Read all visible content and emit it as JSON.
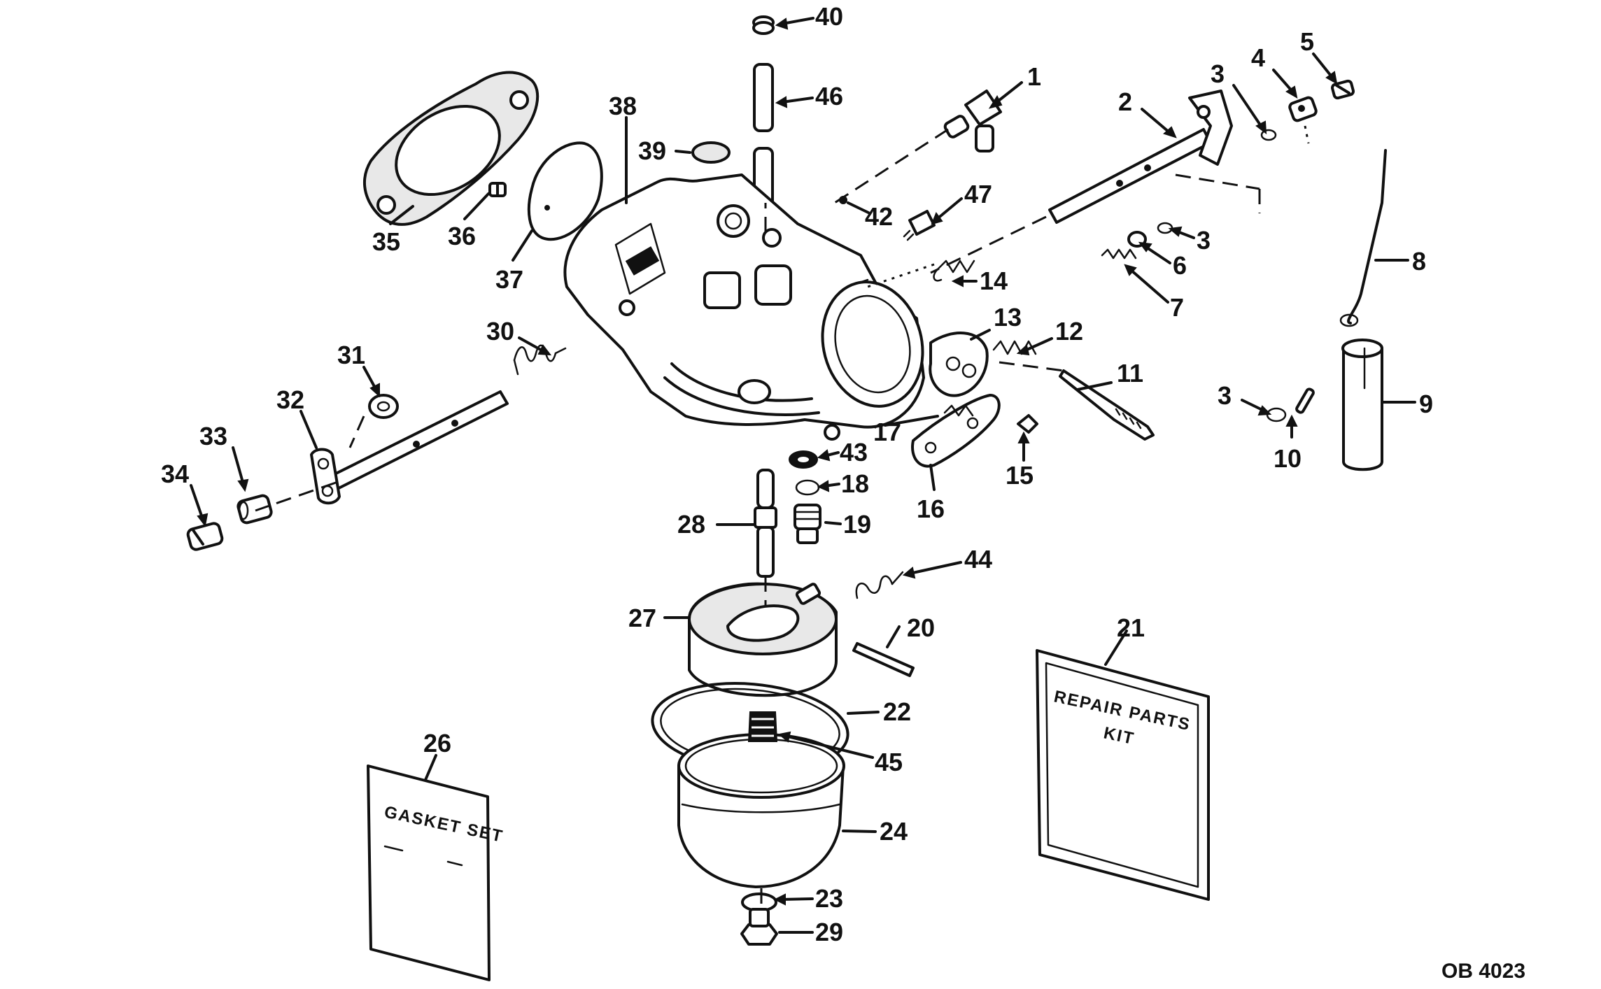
{
  "callouts": [
    "1",
    "2",
    "3",
    "4",
    "5",
    "6",
    "7",
    "8",
    "9",
    "10",
    "11",
    "12",
    "13",
    "14",
    "15",
    "16",
    "17",
    "18",
    "19",
    "20",
    "21",
    "22",
    "23",
    "24",
    "26",
    "27",
    "28",
    "29",
    "30",
    "31",
    "32",
    "33",
    "34",
    "35",
    "36",
    "37",
    "38",
    "39",
    "40",
    "42",
    "43",
    "44",
    "45",
    "46",
    "47"
  ],
  "repair_kit": {
    "line1": "REPAIR PARTS",
    "line2": "KIT"
  },
  "gasket_set": {
    "label": "GASKET SET"
  },
  "figure_code": "OB 4023"
}
